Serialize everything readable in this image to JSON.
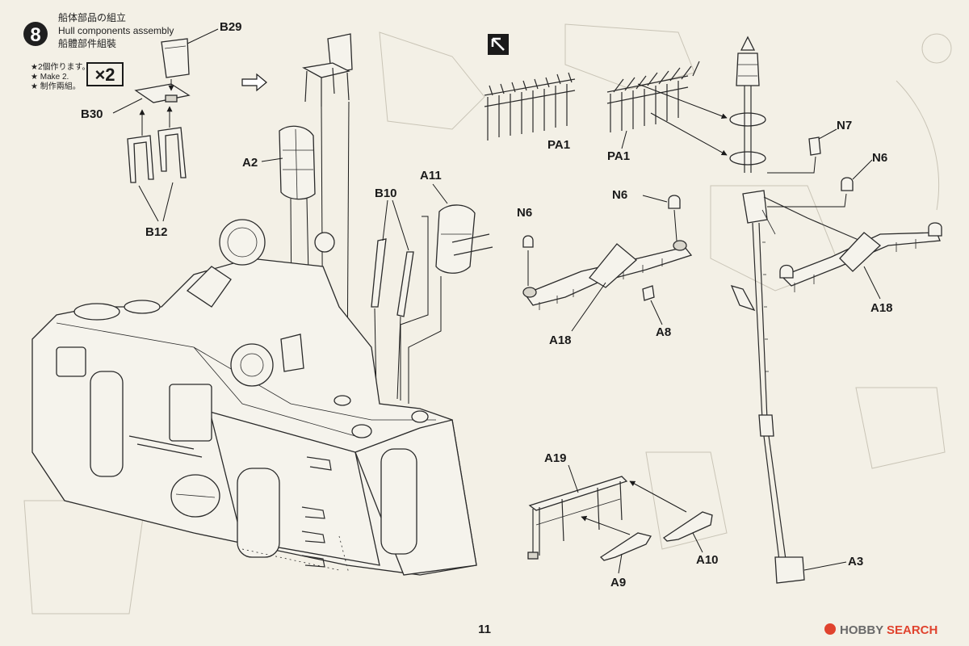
{
  "step": {
    "number": "8",
    "title_ja": "船体部品の組立",
    "title_en": "Hull components assembly",
    "title_zh": "船體部件組裝"
  },
  "note": {
    "lines": [
      "★2個作ります。",
      "★ Make 2.",
      "★ 制作兩組。"
    ],
    "multiplier": "×2"
  },
  "part_labels": {
    "b29": "B29",
    "b30": "B30",
    "b12": "B12",
    "a2": "A2",
    "b10": "B10",
    "a11": "A11",
    "pa1_left": "PA1",
    "pa1_right": "PA1",
    "n6_left": "N6",
    "n6_mid": "N6",
    "n6_right": "N6",
    "n7": "N7",
    "a18_left": "A18",
    "a18_right": "A18",
    "a8": "A8",
    "a19": "A19",
    "a9": "A9",
    "a10": "A10",
    "a3": "A3"
  },
  "page_number": "11",
  "watermark": {
    "brand": "HOBBY",
    "search": "SEARCH"
  },
  "colors": {
    "paper": "#f3f0e6",
    "ink": "#2a2a2a",
    "watermark_red": "#e0432e"
  }
}
